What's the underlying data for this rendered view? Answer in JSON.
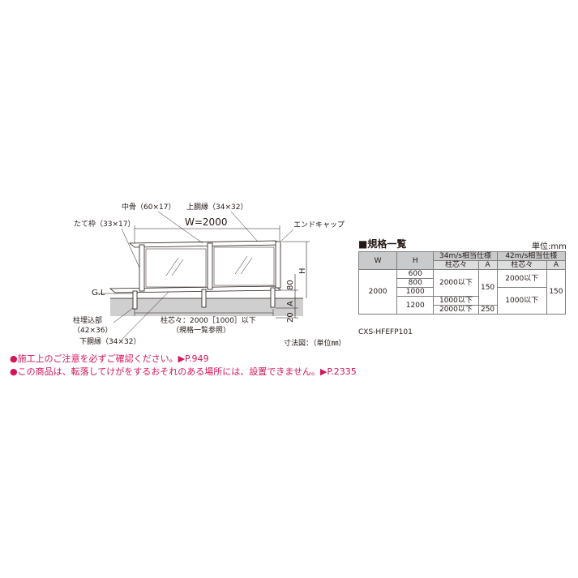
{
  "drawing": {
    "labels": {
      "naka": "中骨（60×17）",
      "top_rail": "上胴縁（34×32）",
      "tate": "たて枠（33×17）",
      "width": "W=2000",
      "end_cap": "エンドキャップ",
      "gl": "G.L",
      "h": "H",
      "dim80": "80",
      "a": "A",
      "dim20": "20",
      "post_embed": "柱埋込部",
      "post_size": "（42×36）",
      "pitch": "柱芯々：2000［1000］以下",
      "pitch_ref": "（規格一覧参照）",
      "bottom_rail": "下胴縁（34×32）",
      "unit_note": "寸法図：（単位㎜）"
    }
  },
  "table": {
    "title": "■規格一覧",
    "unit": "単位:mm",
    "h_w": "W",
    "h_h": "H",
    "h_34": "34m/s相当仕様",
    "h_42": "42m/s相当仕様",
    "h_pitch": "柱芯々",
    "h_a": "A",
    "w_val": "2000",
    "h600": "600",
    "h800": "800",
    "h1000": "1000",
    "h1200": "1200",
    "p34_a": "2000以下",
    "p34_b": "1000以下",
    "p34_c": "2000以下",
    "a34_a": "150",
    "a34_b": "250",
    "p42_a": "2000以下",
    "p42_b": "1000以下",
    "a42": "150",
    "code": "CXS-HFEFP101"
  },
  "notes": {
    "n1": "●施工上のご注意を必ずご確認ください。▶P.949",
    "n2": "●この商品は、転落してけがをするおそれのある場所には、設置できません。▶P.2335"
  },
  "colors": {
    "line": "#231815",
    "ground": "#cfcfcf",
    "note": "#d4145a",
    "header": "#c9cacb"
  }
}
